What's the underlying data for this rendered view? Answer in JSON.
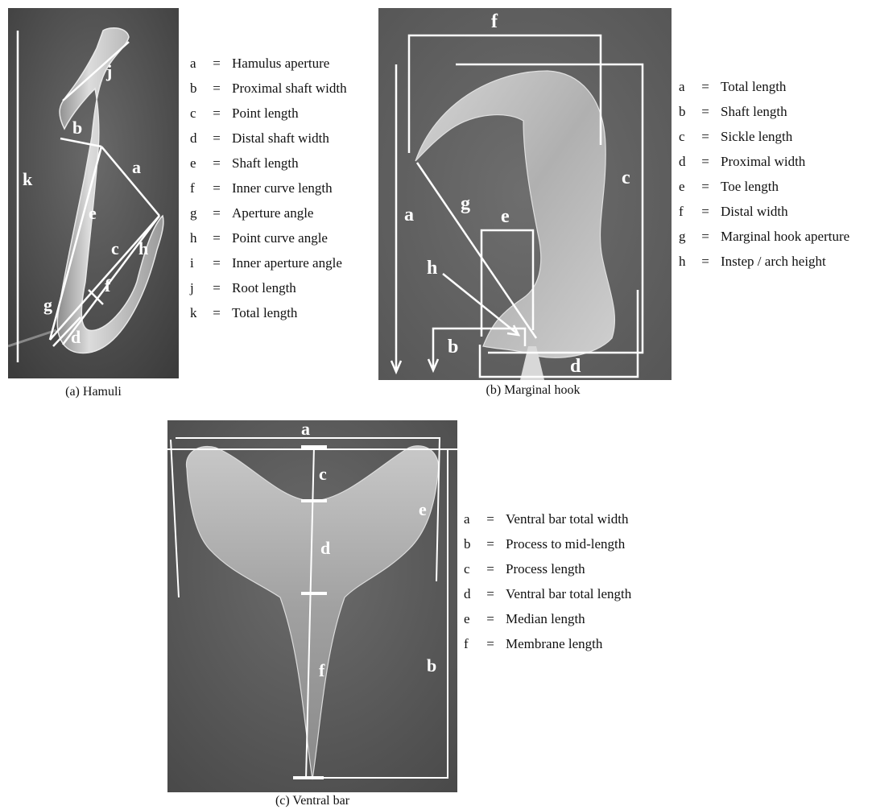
{
  "panels": [
    {
      "id": "hamuli",
      "caption": "(a) Hamuli",
      "legend": [
        {
          "key": "a",
          "desc": "Hamulus aperture"
        },
        {
          "key": "b",
          "desc": "Proximal shaft width"
        },
        {
          "key": "c",
          "desc": "Point length"
        },
        {
          "key": "d",
          "desc": "Distal shaft width"
        },
        {
          "key": "e",
          "desc": "Shaft length"
        },
        {
          "key": "f",
          "desc": "Inner curve length"
        },
        {
          "key": "g",
          "desc": "Aperture angle"
        },
        {
          "key": "h",
          "desc": "Point curve angle"
        },
        {
          "key": "i",
          "desc": "Inner aperture angle"
        },
        {
          "key": "j",
          "desc": "Root length"
        },
        {
          "key": "k",
          "desc": "Total length"
        }
      ],
      "image_labels": [
        "j",
        "b",
        "a",
        "k",
        "e",
        "c",
        "h",
        "f",
        "g",
        "d"
      ]
    },
    {
      "id": "marginal-hook",
      "caption": "(b) Marginal hook",
      "legend": [
        {
          "key": "a",
          "desc": "Total length"
        },
        {
          "key": "b",
          "desc": "Shaft length"
        },
        {
          "key": "c",
          "desc": "Sickle length"
        },
        {
          "key": "d",
          "desc": "Proximal width"
        },
        {
          "key": "e",
          "desc": "Toe length"
        },
        {
          "key": "f",
          "desc": "Distal width"
        },
        {
          "key": "g",
          "desc": "Marginal hook aperture"
        },
        {
          "key": "h",
          "desc": "Instep / arch height"
        }
      ],
      "image_labels": [
        "f",
        "c",
        "a",
        "g",
        "e",
        "h",
        "b",
        "d"
      ]
    },
    {
      "id": "ventral-bar",
      "caption": "(c) Ventral bar",
      "legend": [
        {
          "key": "a",
          "desc": "Ventral bar total width"
        },
        {
          "key": "b",
          "desc": "Process to mid-length"
        },
        {
          "key": "c",
          "desc": "Process length"
        },
        {
          "key": "d",
          "desc": "Ventral bar total length"
        },
        {
          "key": "e",
          "desc": "Median length"
        },
        {
          "key": "f",
          "desc": "Membrane length"
        }
      ],
      "image_labels": [
        "a",
        "c",
        "e",
        "d",
        "f",
        "b"
      ]
    }
  ],
  "colors": {
    "micrograph_bg": "#5c5c5c",
    "specimen": "#bdbdbd",
    "annotation": "#ffffff"
  }
}
